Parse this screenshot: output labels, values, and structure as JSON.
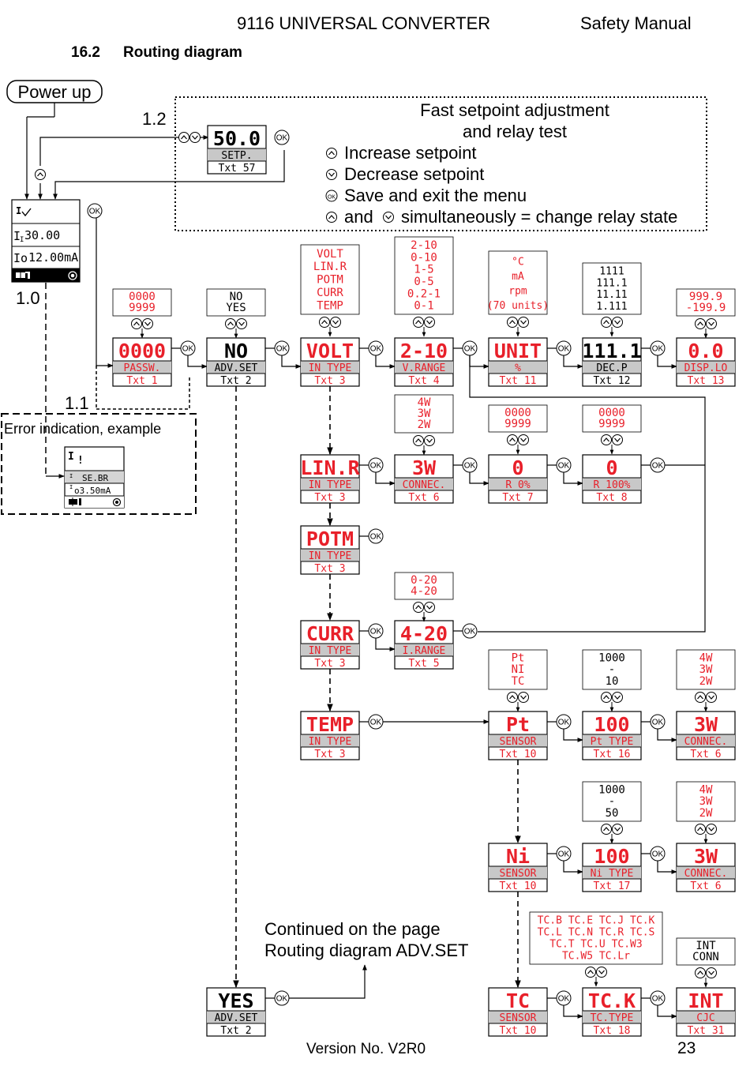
{
  "header": {
    "title": "9116 UNIVERSAL CONVERTER",
    "manual": "Safety Manual"
  },
  "section": {
    "number": "16.2",
    "title": "Routing diagram"
  },
  "power_up": "Power up",
  "markers": {
    "m12": "1.2",
    "m10": "1.0",
    "m11": "1.1"
  },
  "ok": "OK",
  "fast": {
    "title1": "Fast setpoint adjustment",
    "title2": "and relay test",
    "l1": "Increase setpoint",
    "l2": "Decrease setpoint",
    "l3": "Save and exit the menu",
    "l4a": "and",
    "l4b": "simultaneously = change relay state"
  },
  "setp": {
    "v": "50.0",
    "m": "SETP.",
    "t": "Txt 57"
  },
  "main_display": {
    "r2": "30.00",
    "r3": "12.00mA"
  },
  "error": {
    "title": "Error indication, example",
    "r2": "SE.BR",
    "r3": "o3.50mA"
  },
  "boxes": {
    "passw": {
      "v": "0000",
      "m": "PASSW.",
      "t": "Txt 1"
    },
    "advset": {
      "v": "NO",
      "m": "ADV.SET",
      "t": "Txt 2"
    },
    "volt": {
      "v": "VOLT",
      "m": "IN TYPE",
      "t": "Txt 3"
    },
    "vrange": {
      "v": "2-10",
      "m": "V.RANGE",
      "t": "Txt 4"
    },
    "unit": {
      "v": "UNIT",
      "m": "%",
      "t": "Txt 11"
    },
    "decp": {
      "v": "111.1",
      "m": "DEC.P",
      "t": "Txt 12"
    },
    "displo": {
      "v": "0.0",
      "m": "DISP.LO",
      "t": "Txt 13"
    },
    "linr": {
      "v": "LIN.R",
      "m": "IN TYPE",
      "t": "Txt 3"
    },
    "connec3": {
      "v": "3W",
      "m": "CONNEC.",
      "t": "Txt 6"
    },
    "r0": {
      "v": "0",
      "m": "R 0%",
      "t": "Txt 7"
    },
    "r100": {
      "v": "0",
      "m": "R 100%",
      "t": "Txt 8"
    },
    "potm": {
      "v": "POTM",
      "m": "IN TYPE",
      "t": "Txt 3"
    },
    "curr": {
      "v": "CURR",
      "m": "IN TYPE",
      "t": "Txt 3"
    },
    "irange": {
      "v": "4-20",
      "m": "I.RANGE",
      "t": "Txt 5"
    },
    "temp": {
      "v": "TEMP",
      "m": "IN TYPE",
      "t": "Txt 3"
    },
    "sensor_pt": {
      "v": "Pt",
      "m": "SENSOR",
      "t": "Txt 10"
    },
    "pttype": {
      "v": "100",
      "m": "Pt TYPE",
      "t": "Txt 16"
    },
    "connec_pt": {
      "v": "3W",
      "m": "CONNEC.",
      "t": "Txt 6"
    },
    "sensor_ni": {
      "v": "Ni",
      "m": "SENSOR",
      "t": "Txt 10"
    },
    "nitype": {
      "v": "100",
      "m": "Ni TYPE",
      "t": "Txt 17"
    },
    "connec_ni": {
      "v": "3W",
      "m": "CONNEC.",
      "t": "Txt 6"
    },
    "sensor_tc": {
      "v": "TC",
      "m": "SENSOR",
      "t": "Txt 10"
    },
    "tctype": {
      "v": "TC.K",
      "m": "TC.TYPE",
      "t": "Txt 18"
    },
    "cjc": {
      "v": "INT",
      "m": "CJC",
      "t": "Txt 31"
    },
    "advyes": {
      "v": "YES",
      "m": "ADV.SET",
      "t": "Txt 2"
    }
  },
  "options": {
    "passw": [
      "0000",
      "9999"
    ],
    "advset": [
      "NO",
      "YES"
    ],
    "volt": [
      "VOLT",
      "LIN.R",
      "POTM",
      "CURR",
      "TEMP"
    ],
    "vrange": [
      "2-10",
      "0-10",
      "1-5",
      "0-5",
      "0.2-1",
      "0-1"
    ],
    "unit": [
      "°C",
      "mA",
      "rpm",
      "(70 units)"
    ],
    "decp": [
      "1111",
      "111.1",
      "11.11",
      "1.111"
    ],
    "displo": [
      "999.9",
      "-199.9"
    ],
    "connec3": [
      "4W",
      "3W",
      "2W"
    ],
    "r0": [
      "0000",
      "9999"
    ],
    "r100": [
      "0000",
      "9999"
    ],
    "irange": [
      "0-20",
      "4-20"
    ],
    "sensor": [
      "Pt",
      "NI",
      "TC"
    ],
    "pttype": [
      "1000",
      "-",
      "10"
    ],
    "connec_pt": [
      "4W",
      "3W",
      "2W"
    ],
    "nitype": [
      "1000",
      "-",
      "50"
    ],
    "connec_ni": [
      "4W",
      "3W",
      "2W"
    ],
    "tctype": [
      "TC.B TC.E TC.J TC.K",
      "TC.L TC.N TC.R TC.S",
      "TC.T TC.U TC.W3",
      "TC.W5 TC.Lr"
    ],
    "cjc": [
      "INT",
      "CONN"
    ]
  },
  "continued": {
    "l1": "Continued on the page",
    "l2": "Routing diagram ADV.SET"
  },
  "footer": {
    "version": "Version No. V2R0",
    "page": "23"
  },
  "colors": {
    "red": "#e8202a",
    "grey": "#c8c8c8",
    "black": "#000000"
  }
}
